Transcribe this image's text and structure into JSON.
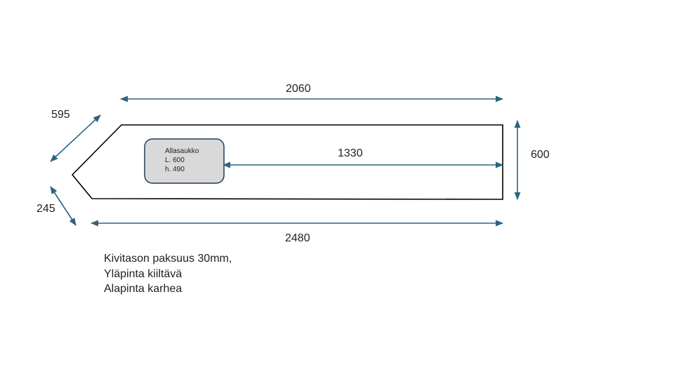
{
  "colors": {
    "dimension_arrow": "#2e6380",
    "outline": "#000000",
    "sink_fill": "#d9d9d9",
    "sink_stroke": "#1f3b57"
  },
  "dimensions": {
    "top_length": "2060",
    "bottom_length": "2480",
    "depth": "600",
    "upper_diagonal": "595",
    "lower_diagonal": "245",
    "sink_to_end": "1330"
  },
  "sink": {
    "title": "Allasaukko",
    "length": "L. 600",
    "height": "h. 490"
  },
  "notes": [
    "Kivitason paksuus 30mm,",
    "Yläpinta kiiltävä",
    "Alapinta karhea"
  ]
}
